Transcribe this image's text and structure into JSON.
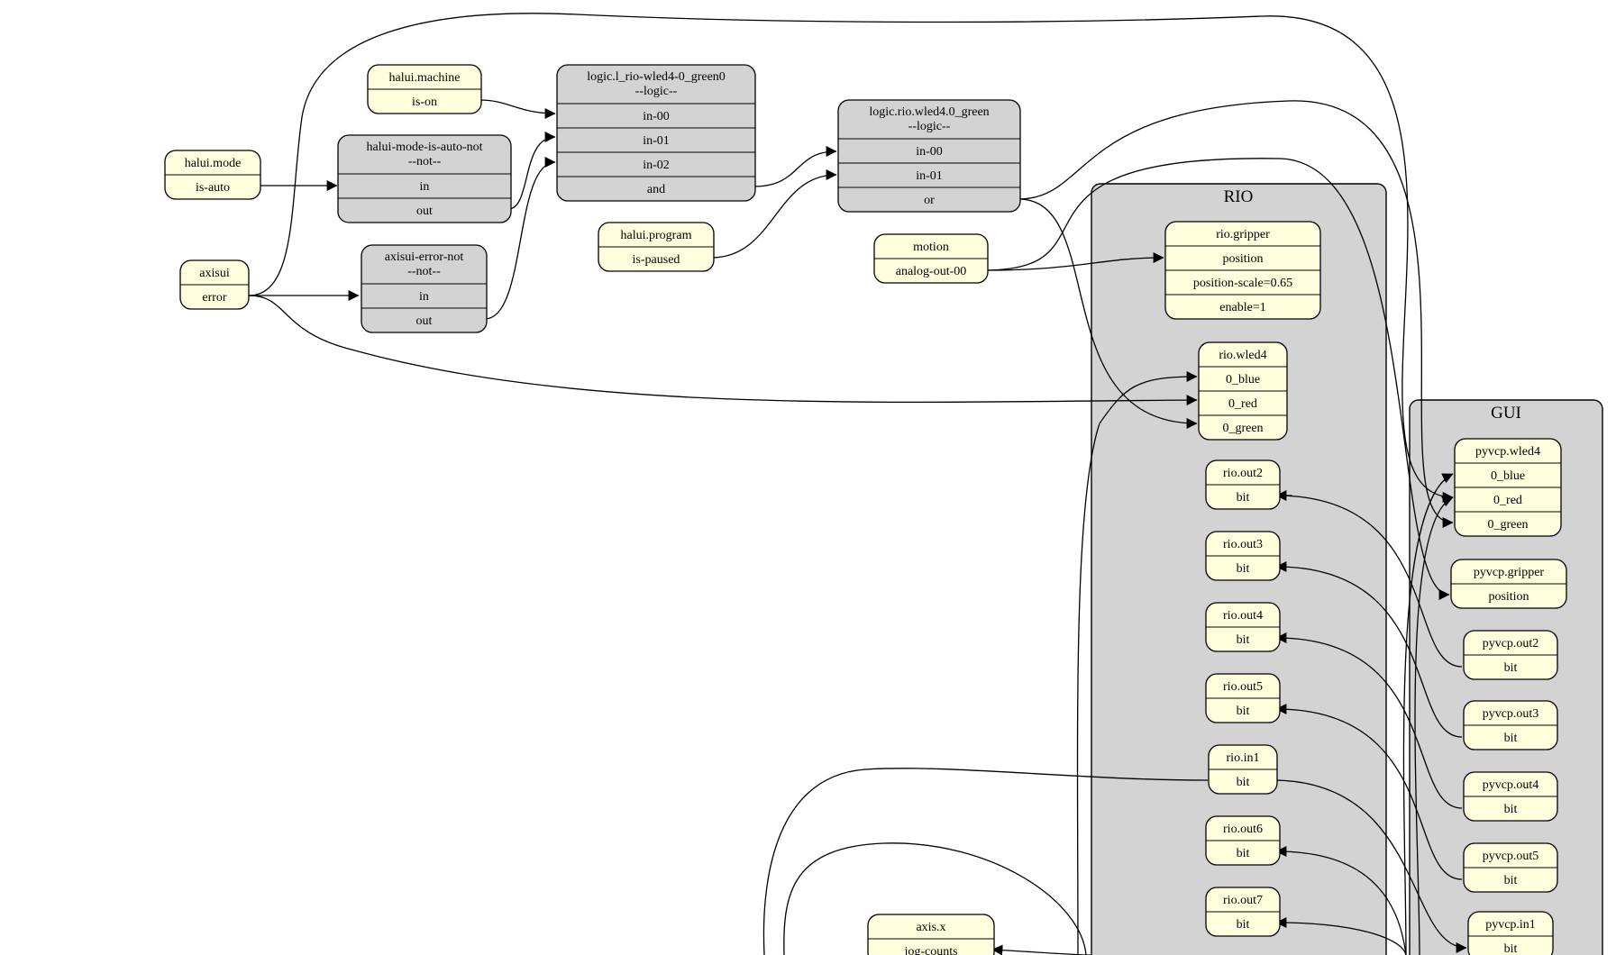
{
  "colors": {
    "hal_pin": "#ffffdd",
    "logic_block": "#d3d3d3",
    "cluster": "#d3d3d3",
    "line": "#000000"
  },
  "clusters": {
    "rio": "RIO",
    "gui": "GUI"
  },
  "nodes": {
    "halui_machine": {
      "title": "halui.machine",
      "ports": [
        "is-on"
      ]
    },
    "halui_mode": {
      "title": "halui.mode",
      "ports": [
        "is-auto"
      ]
    },
    "axisui": {
      "title": "axisui",
      "ports": [
        "error"
      ]
    },
    "halui_mode_not": {
      "title": "halui-mode-is-auto-not",
      "subtitle": "--not--",
      "ports": [
        "in",
        "out"
      ]
    },
    "axisui_error_not": {
      "title": "axisui-error-not",
      "subtitle": "--not--",
      "ports": [
        "in",
        "out"
      ]
    },
    "logic_rio_green0": {
      "title": "logic.l_rio-wled4-0_green0",
      "subtitle": "--logic--",
      "ports": [
        "in-00",
        "in-01",
        "in-02",
        "and"
      ]
    },
    "halui_program": {
      "title": "halui.program",
      "ports": [
        "is-paused"
      ]
    },
    "logic_rio_green": {
      "title": "logic.rio.wled4.0_green",
      "subtitle": "--logic--",
      "ports": [
        "in-00",
        "in-01",
        "or"
      ]
    },
    "motion": {
      "title": "motion",
      "ports": [
        "analog-out-00"
      ]
    },
    "rio_gripper": {
      "title": "rio.gripper",
      "ports": [
        "position",
        "position-scale=0.65",
        "enable=1"
      ]
    },
    "rio_wled4": {
      "title": "rio.wled4",
      "ports": [
        "0_blue",
        "0_red",
        "0_green"
      ]
    },
    "rio_out2": {
      "title": "rio.out2",
      "ports": [
        "bit"
      ]
    },
    "rio_out3": {
      "title": "rio.out3",
      "ports": [
        "bit"
      ]
    },
    "rio_out4": {
      "title": "rio.out4",
      "ports": [
        "bit"
      ]
    },
    "rio_out5": {
      "title": "rio.out5",
      "ports": [
        "bit"
      ]
    },
    "rio_in1": {
      "title": "rio.in1",
      "ports": [
        "bit"
      ]
    },
    "rio_out6": {
      "title": "rio.out6",
      "ports": [
        "bit"
      ]
    },
    "rio_out7": {
      "title": "rio.out7",
      "ports": [
        "bit"
      ]
    },
    "axis_x": {
      "title": "axis.x",
      "ports": [
        "jog-counts"
      ]
    },
    "pyvcp_wled4": {
      "title": "pyvcp.wled4",
      "ports": [
        "0_blue",
        "0_red",
        "0_green"
      ]
    },
    "pyvcp_gripper": {
      "title": "pyvcp.gripper",
      "ports": [
        "position"
      ]
    },
    "pyvcp_out2": {
      "title": "pyvcp.out2",
      "ports": [
        "bit"
      ]
    },
    "pyvcp_out3": {
      "title": "pyvcp.out3",
      "ports": [
        "bit"
      ]
    },
    "pyvcp_out4": {
      "title": "pyvcp.out4",
      "ports": [
        "bit"
      ]
    },
    "pyvcp_out5": {
      "title": "pyvcp.out5",
      "ports": [
        "bit"
      ]
    },
    "pyvcp_in1": {
      "title": "pyvcp.in1",
      "ports": [
        "bit"
      ]
    }
  }
}
